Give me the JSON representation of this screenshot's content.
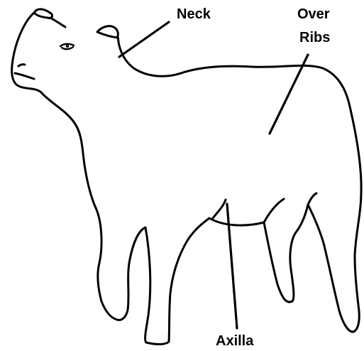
{
  "labels": {
    "neck": "Neck",
    "over": "Over",
    "ribs": "Ribs",
    "axilla": "Axilla"
  },
  "colors": {
    "line": "#000000",
    "background": "#ffffff"
  }
}
